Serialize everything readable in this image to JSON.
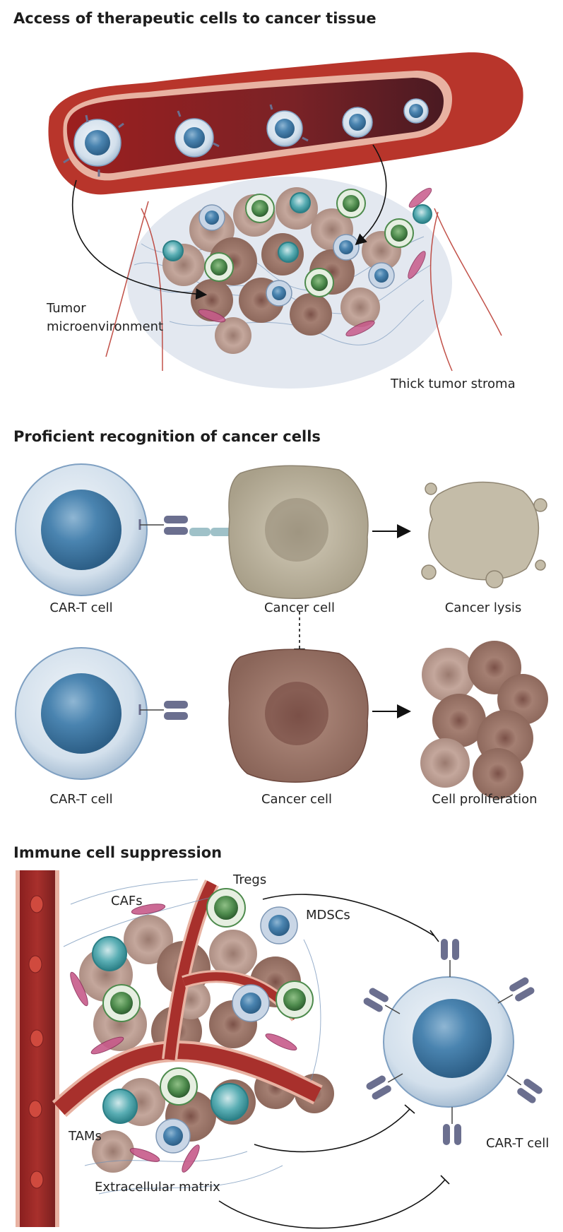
{
  "sections": {
    "access": {
      "heading": "Access of therapeutic cells to cancer tissue",
      "labels": {
        "tumor_microenvironment_line1": "Tumor",
        "tumor_microenvironment_line2": "microenvironment",
        "thick_tumor_stroma": "Thick tumor stroma"
      }
    },
    "recognition": {
      "heading": "Proficient recognition of cancer cells",
      "row1": {
        "t_cell": "CAR-T cell",
        "cancer_cell": "Cancer cell",
        "outcome": "Cancer lysis"
      },
      "row2": {
        "t_cell": "CAR-T cell",
        "cancer_cell": "Cancer cell",
        "outcome": "Cell proliferation"
      }
    },
    "suppression": {
      "heading": "Immune cell suppression",
      "labels": {
        "tregs": "Tregs",
        "cafs": "CAFs",
        "mdscs": "MDSCs",
        "tams": "TAMs",
        "ecm": "Extracellular matrix",
        "car_t": "CAR-T cell"
      }
    }
  },
  "colors": {
    "vessel_red": "#b8352b",
    "vessel_dark": "#6e1f24",
    "tcell_membrane": "#d4e1ee",
    "tcell_nucleus": "#3f79a5",
    "cancer_beige": "#bdb4a1",
    "cancer_brown": "#9a7468",
    "treg_green": "#4e8b4d",
    "tam_teal": "#2f8f96",
    "receptor": "#6b6f8f",
    "antigen": "#9fc1c8"
  }
}
